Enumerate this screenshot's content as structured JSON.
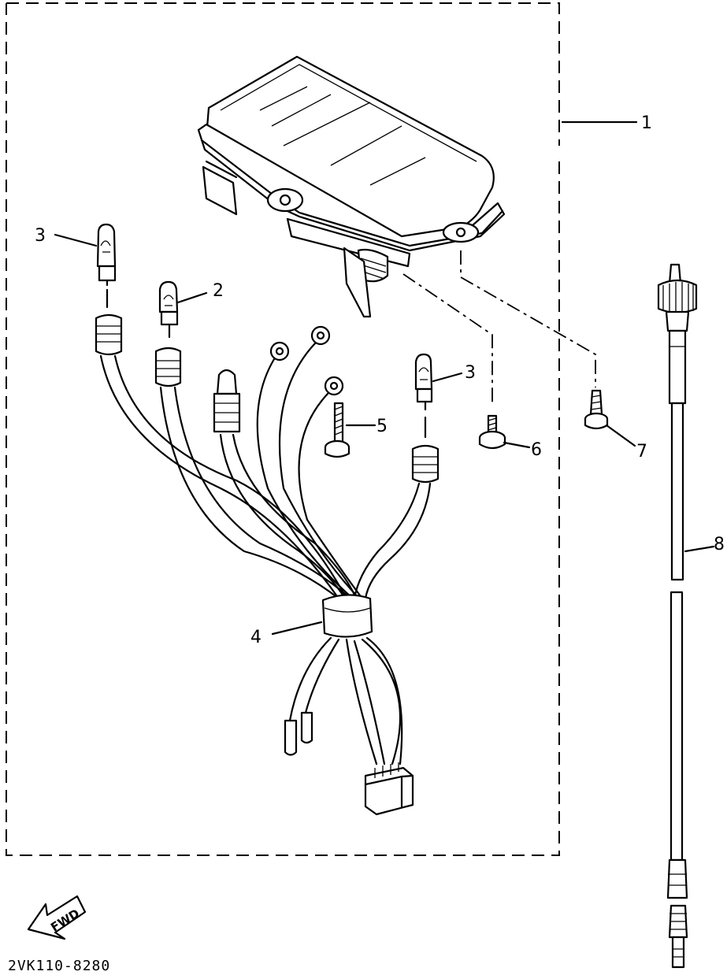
{
  "diagram": {
    "part_code": "2VK110-8280",
    "direction_label": "FWD",
    "callouts": [
      {
        "id": "1",
        "text": "1"
      },
      {
        "id": "2",
        "text": "2"
      },
      {
        "id": "3a",
        "text": "3"
      },
      {
        "id": "3b",
        "text": "3"
      },
      {
        "id": "4",
        "text": "4"
      },
      {
        "id": "5",
        "text": "5"
      },
      {
        "id": "6",
        "text": "6"
      },
      {
        "id": "7",
        "text": "7"
      },
      {
        "id": "8",
        "text": "8"
      }
    ]
  }
}
